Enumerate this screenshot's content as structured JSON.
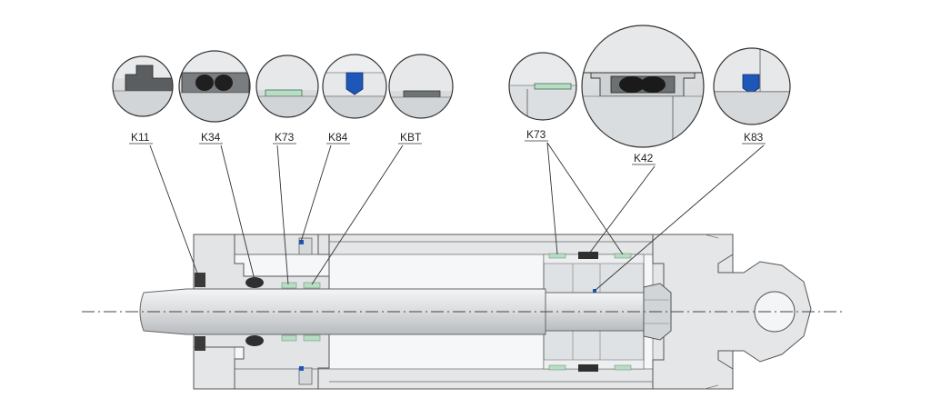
{
  "callouts": {
    "k11": "K11",
    "k34": "K34",
    "k73_rod": "K73",
    "k84": "K84",
    "kbt": "KBT",
    "k73_piston": "K73",
    "k42": "K42",
    "k83": "K83"
  },
  "colors": {
    "body": "#e4e6e8",
    "body_dark": "#c9ccd0",
    "rod": "#d8dadd",
    "seal_dark": "#3a3a3a",
    "guide_green": "#b8dcc4",
    "wiper_blue": "#1f57b8",
    "guide_grey": "#6e7473"
  }
}
